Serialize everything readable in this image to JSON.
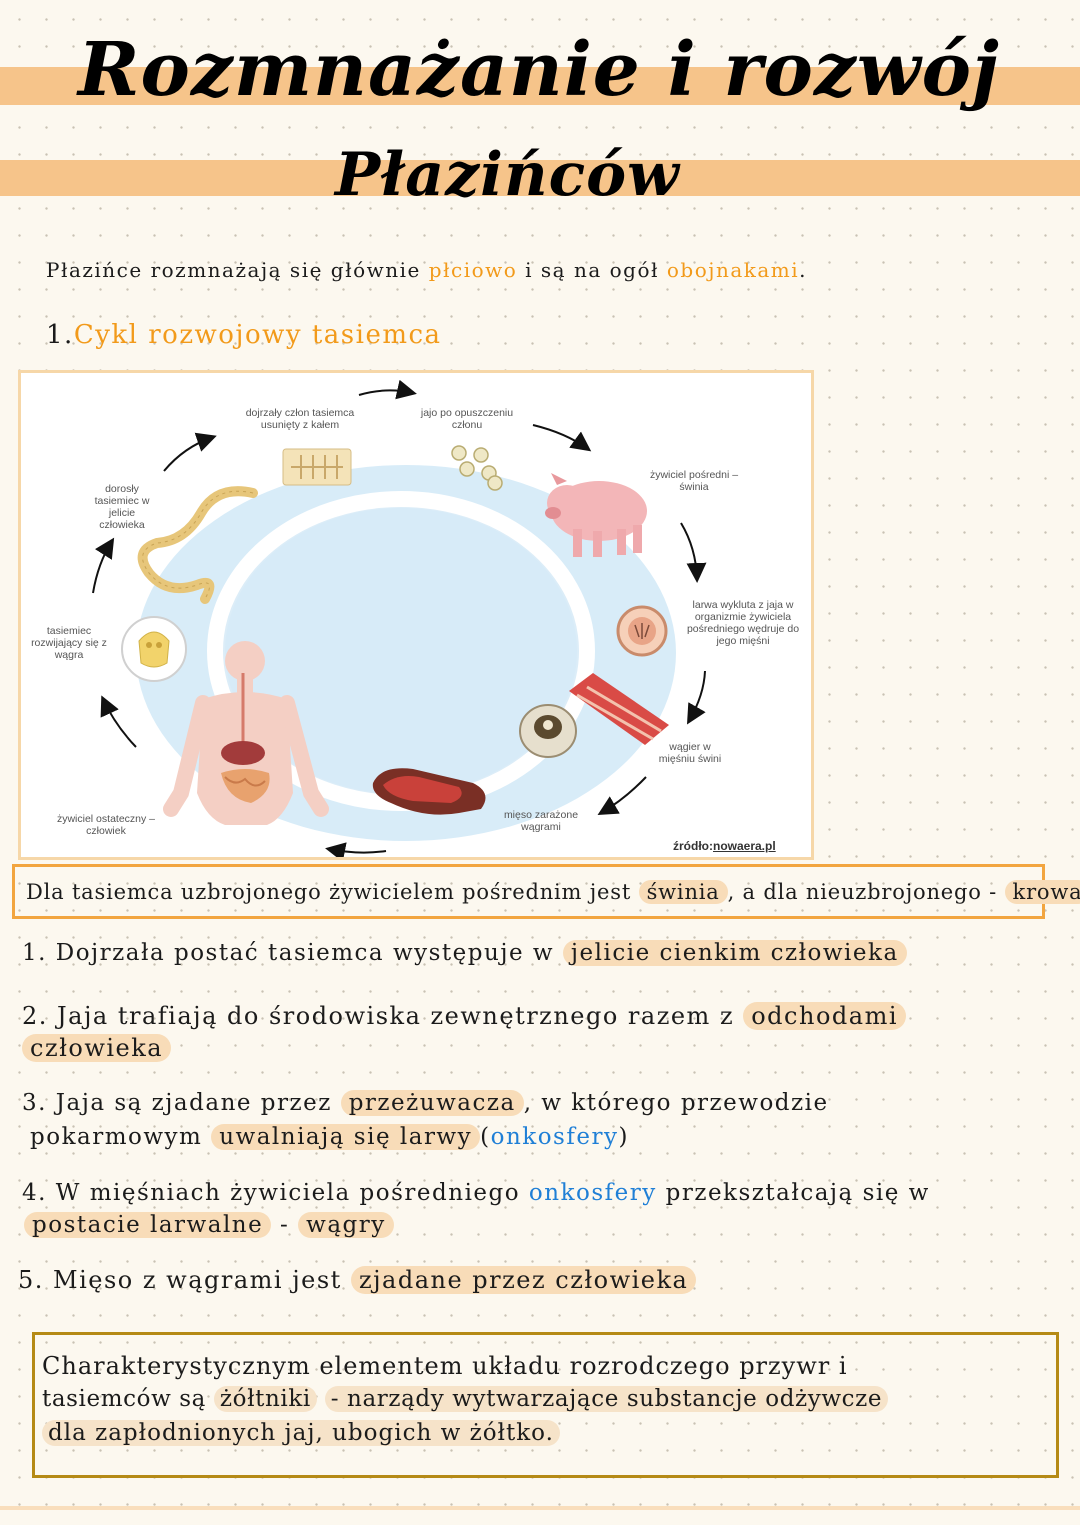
{
  "header": {
    "title_line1": "Rozmnażanie i rozwój",
    "title_line2": "Płazińców",
    "band_color": "#f6c48a"
  },
  "intro": {
    "prefix": "Płazińce rozmnażają się głównie",
    "word1": "płciowo",
    "middle": "i są na ogół",
    "word2": "obojnakami",
    "suffix": "."
  },
  "section1": {
    "number": "1.",
    "word_orange": "Cykl",
    "rest": "rozwojowy tasiemca"
  },
  "diagram": {
    "labels": {
      "proglottid": "dojrzały człon tasiemca usunięty z kałem",
      "egg": "jajo po opuszczeniu członu",
      "intermediate_host": "żywiciel pośredni – świnia",
      "larva": "larwa wykluta z jaja w organizmie żywiciela pośredniego wędruje do jego mięśni",
      "cysticercus": "wągier w mięśniu świni",
      "meat": "mięso zarażone wągrami",
      "final_host": "żywiciel ostateczny – człowiek",
      "developing": "tasiemiec rozwijający się z wągra",
      "adult": "dorosły tasiemiec w jelicie człowieka"
    },
    "source_prefix": "źródło:",
    "source_link": "nowaera.pl"
  },
  "note_box": {
    "part1": "Dla tasiemca uzbrojonego żywicielem pośrednim jest",
    "swinia": "świnia",
    "part2": ", a dla nieuzbrojonego -",
    "krowa": "krowa"
  },
  "steps": [
    {
      "a": "1. Dojrzała postać tasiemca występuje w",
      "b": "jelicie cienkim człowieka"
    },
    {
      "a": "2. Jaja trafiają do środowiska zewnętrznego razem z",
      "b": "odchodami",
      "c": "człowieka"
    },
    {
      "a": "3. Jaja są zjadane przez",
      "b": "przeżuwacza",
      "c": ", w którego przewodzie",
      "d": "pokarmowym",
      "e": "uwalniają się larwy",
      "f": "(",
      "g": "onkosfery",
      "h": ")"
    },
    {
      "a": "4. W mięśniach żywiciela pośredniego",
      "b": "onkosfery",
      "c": "przekształcają się w",
      "d": "postacie larwalne",
      "e": "-",
      "f": "wągry"
    },
    {
      "a": "5. Mięso z wągrami jest",
      "b": "zjadane przez człowieka"
    }
  ],
  "summary": {
    "l1a": "Charakterystycznym elementem układu rozrodczego przywr i",
    "l2a": "tasiemców są",
    "l2b": "żółtniki",
    "l2c": "- narządy wytwarzające substancje odżywcze",
    "l3a": "dla zapłodnionych jaj, ubogich w żółtko."
  }
}
